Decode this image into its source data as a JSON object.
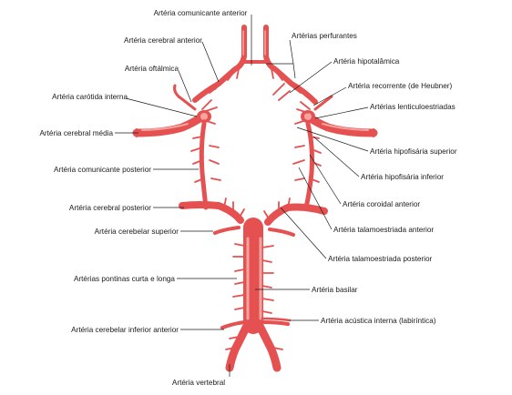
{
  "labels": {
    "comunicante_anterior": "Artéria comunicante anterior",
    "cerebral_anterior": "Artéria cerebral anterior",
    "oftalmica": "Artéria oftálmica",
    "carotida_interna": "Artéria carótida interna",
    "cerebral_media": "Artéria cerebral média",
    "comunicante_posterior": "Artéria comunicante posterior",
    "cerebral_posterior": "Artéria cerebral posterior",
    "cerebelar_superior": "Artéria cerebelar superior",
    "pontinas": "Artérias pontinas curta e longa",
    "cerebelar_inferior_anterior": "Artéria cerebelar inferior anterior",
    "vertebral": "Artéria vertebral",
    "perfurantes": "Artérias perfurantes",
    "hipotalamica": "Artéria hipotalâmica",
    "recorrente": "Artéria recorrente (de Heubner)",
    "lenticuloestriadas": "Artérias lenticuloestriadas",
    "hipofisaria_superior": "Artéria hipofisária superior",
    "hipofisaria_inferior": "Artéria hipofisária inferior",
    "coroidal_anterior": "Artéria coroidal anterior",
    "talamoestriada_anterior": "Artéria talamoestriada anterior",
    "talamoestriada_posterior": "Artéria talamoestriada posterior",
    "basilar": "Artéria basilar",
    "acustica_interna": "Artéria acústica interna (labiríntica)"
  },
  "colors": {
    "artery": "#e55050",
    "artery_highlight": "#f7a3a0",
    "text": "#1a1a1a",
    "background": "#ffffff"
  }
}
